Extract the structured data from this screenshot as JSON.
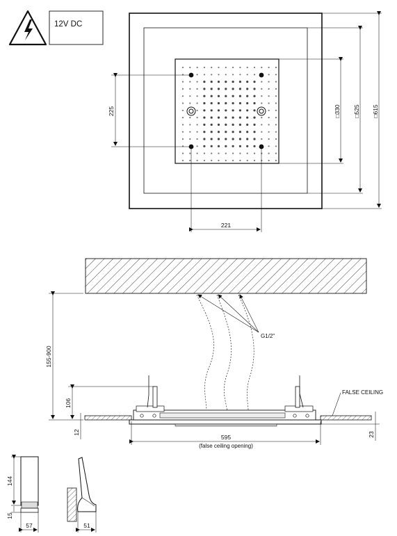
{
  "power": {
    "voltage_label": "12V DC",
    "warning_icon": "high-voltage-warning-icon"
  },
  "top_view": {
    "dim_inner_square": "□330",
    "dim_mid_square": "□525",
    "dim_outer_square": "□615",
    "dim_vertical_spacing": "225",
    "dim_horizontal_spacing": "221"
  },
  "section_view": {
    "dim_height_range": "155-900",
    "dim_fixing_height": "106",
    "dim_ceiling_thickness": "12",
    "dim_face_depth": "23",
    "dim_opening": "595",
    "opening_note": "(false ceiling opening)",
    "connection_label": "G1/2\"",
    "false_ceiling_label": "FALSE CEILING"
  },
  "profile_views": {
    "dim_profile_height": "144",
    "dim_base": "15",
    "dim_front_width": "57",
    "dim_side_width": "51"
  }
}
